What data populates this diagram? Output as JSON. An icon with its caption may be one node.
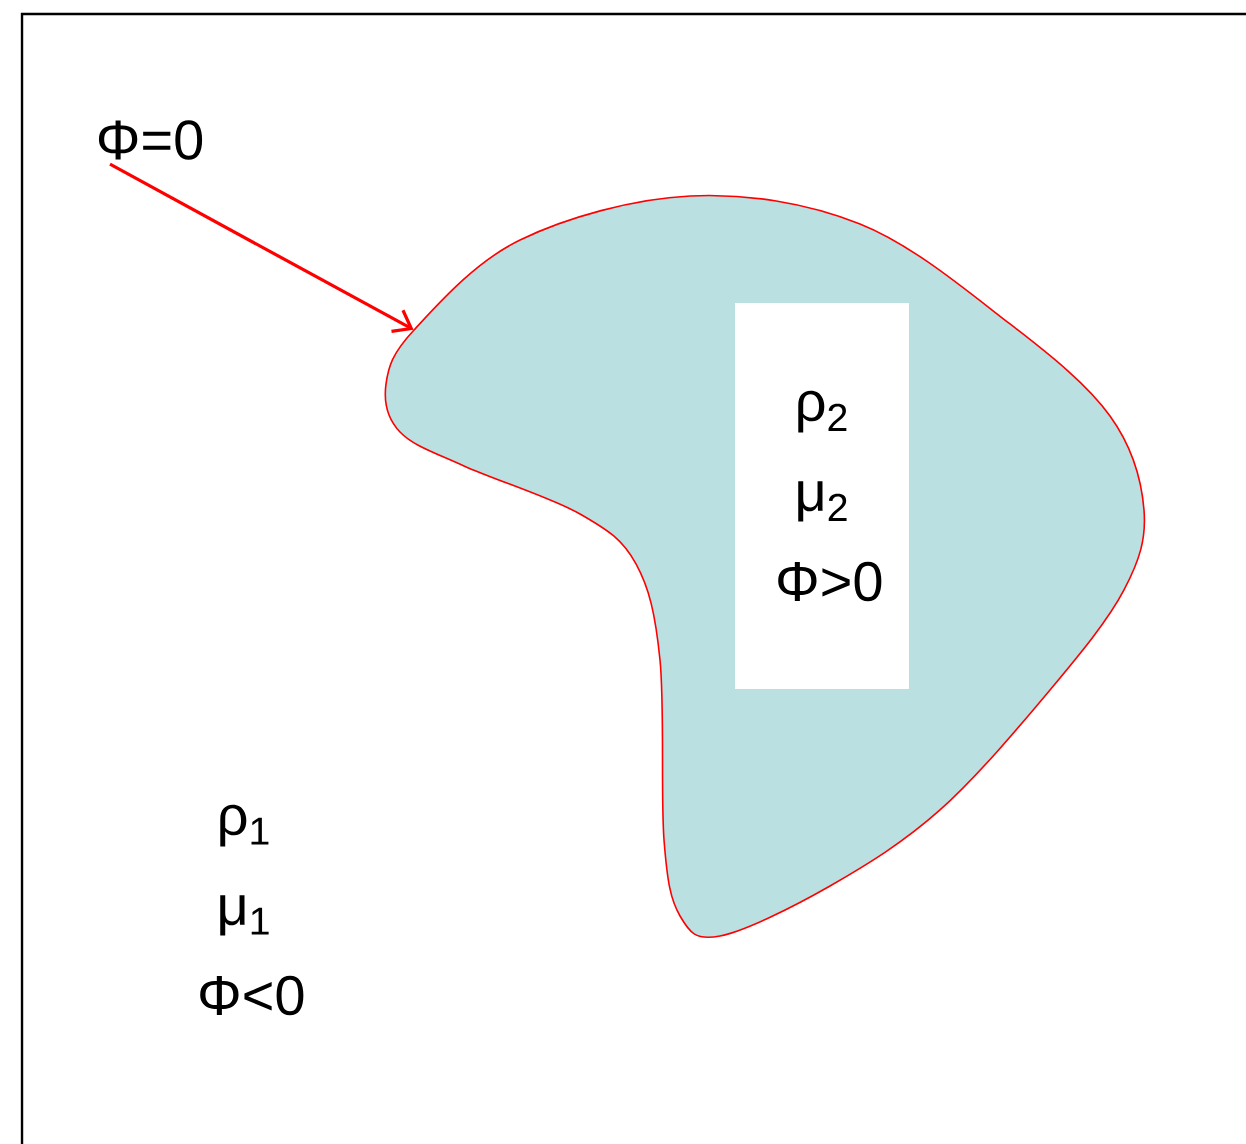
{
  "diagram": {
    "nodes": [
      {
        "text": [
          "Φ=0"
        ]
      },
      {
        "text": [],
        "shape": "blob"
      },
      {
        "text": [
          "ρ$_{2}$ μ$_{2}$ Φ>0"
        ],
        "in": 1
      }
    ],
    "edges": [
      {
        "from": 0,
        "to": 1,
        "arrow": "to",
        "color": "#ff0000"
      }
    ],
    "labels": [
      "ρ$_{1}$ μ$_{1}$ Φ<0"
    ]
  }
}
